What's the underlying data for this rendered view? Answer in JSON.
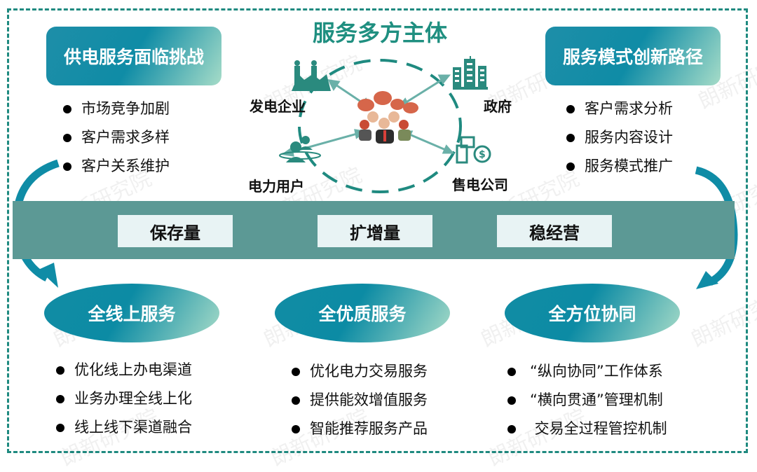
{
  "diagram": {
    "center_title": "服务多方主体",
    "challenges": {
      "title": "供电服务面临挑战",
      "items": [
        "市场竞争加剧",
        "客户需求多样",
        "客户关系维护"
      ]
    },
    "innovation": {
      "title": "服务模式创新路径",
      "items": [
        "客户需求分析",
        "服务内容设计",
        "服务模式推广"
      ]
    },
    "actors": {
      "power_generation": "发电企业",
      "government": "政府",
      "power_users": "电力用户",
      "retail_company": "售电公司"
    },
    "band": {
      "items": [
        "保存量",
        "扩增量",
        "稳经营"
      ]
    },
    "services": [
      {
        "title": "全线上服务",
        "items": [
          "优化线上办电渠道",
          "业务办理全线上化",
          "线上线下渠道融合"
        ]
      },
      {
        "title": "全优质服务",
        "items": [
          "优化电力交易服务",
          "提供能效增值服务",
          "智能推荐服务产品"
        ]
      },
      {
        "title": "全方位协同",
        "items": [
          "“纵向协同”工作体系",
          "“横向贯通”管理机制",
          " 交易全过程管控机制"
        ]
      }
    ],
    "watermark": "朗新研究院",
    "colors": {
      "teal_dark": "#0f8ca6",
      "teal_light": "#a6dcc8",
      "band": "#5c9995",
      "title_green": "#1f8f80",
      "icon_teal": "#2a8a7e",
      "frame": "#1f8a80"
    }
  }
}
